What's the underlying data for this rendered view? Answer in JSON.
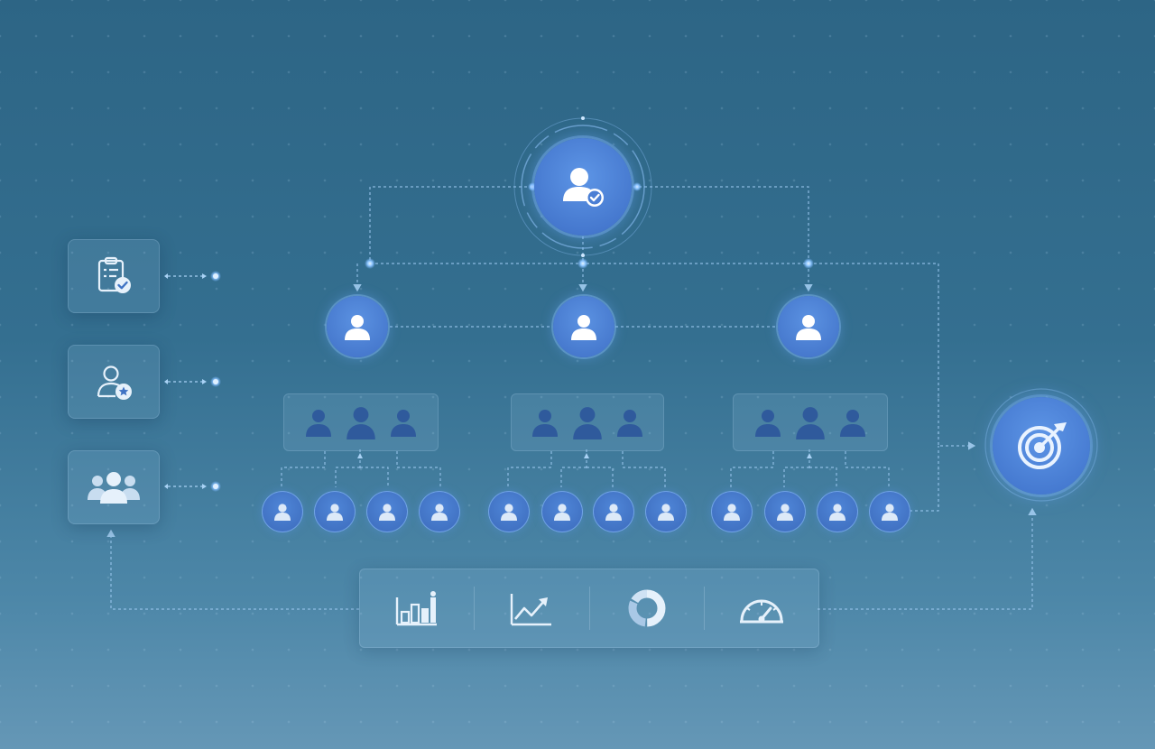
{
  "diagram": {
    "root": {
      "icon": "user-check-icon"
    },
    "side_panel": [
      {
        "icon": "clipboard-check-icon"
      },
      {
        "icon": "user-star-icon"
      },
      {
        "icon": "group-icon"
      }
    ],
    "managers": [
      {
        "icon": "user-icon"
      },
      {
        "icon": "user-icon"
      },
      {
        "icon": "user-icon"
      }
    ],
    "teams": [
      {
        "group_icon_count": 3,
        "member_count": 4
      },
      {
        "group_icon_count": 3,
        "member_count": 4
      },
      {
        "group_icon_count": 3,
        "member_count": 4
      }
    ],
    "target": {
      "icon": "target-arrow-icon"
    },
    "metrics": [
      {
        "icon": "bar-chart-icon"
      },
      {
        "icon": "line-trend-icon"
      },
      {
        "icon": "donut-chart-icon"
      },
      {
        "icon": "gauge-icon"
      }
    ],
    "colors": {
      "background_top": "#2d6585",
      "background_bottom": "#6597b6",
      "node_blue": "#4679cf",
      "dark_person": "#2f5a9c",
      "connector": "#9cc8f0",
      "dot_glow": "#a8d4ff"
    }
  }
}
